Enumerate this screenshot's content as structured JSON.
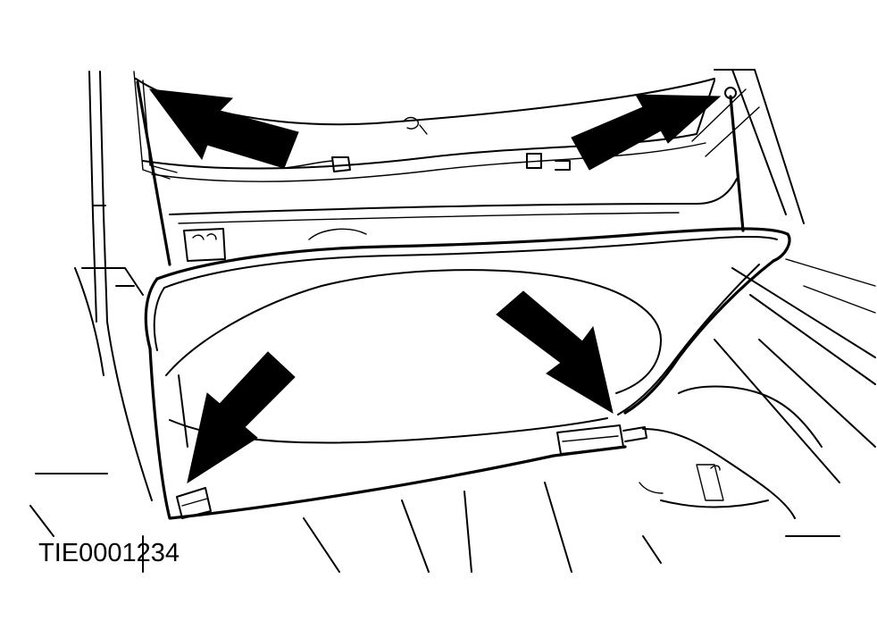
{
  "figure": {
    "reference_code": "TIE0001234"
  },
  "arrows": [
    {
      "name": "arrow-upper-left",
      "direction": "up-left"
    },
    {
      "name": "arrow-upper-right",
      "direction": "up-right"
    },
    {
      "name": "arrow-lower-left",
      "direction": "down-left"
    },
    {
      "name": "arrow-lower-right",
      "direction": "down-right"
    }
  ]
}
